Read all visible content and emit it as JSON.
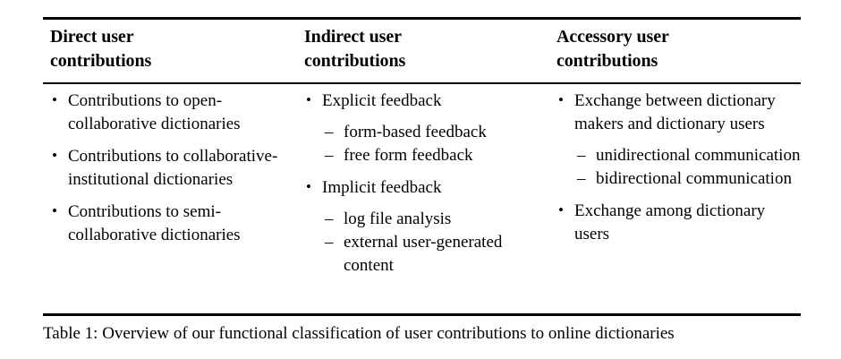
{
  "figure": {
    "caption": "Table 1: Overview of our functional classification of user contributions to online dictionaries",
    "bullet_glyph": "•",
    "dash_glyph": "–",
    "columns": [
      {
        "header_line1": "Direct user",
        "header_line2": "contributions",
        "items": [
          {
            "text": "Contributions to open-collaborative dictionaries",
            "subitems": []
          },
          {
            "text": "Contributions to collaborative-institutional dictionaries",
            "subitems": []
          },
          {
            "text": "Contributions to semi-collaborative dictionaries",
            "subitems": []
          }
        ]
      },
      {
        "header_line1": "Indirect user",
        "header_line2": "contributions",
        "items": [
          {
            "text": "Explicit feedback",
            "subitems": [
              "form-based feedback",
              "free form feedback"
            ]
          },
          {
            "text": "Implicit feedback",
            "subitems": [
              "log file analysis",
              "external user-generated content"
            ]
          }
        ]
      },
      {
        "header_line1": "Accessory user",
        "header_line2": "contributions",
        "items": [
          {
            "text": "Exchange between dictionary makers and dictionary users",
            "subitems": [
              "unidirectional communication",
              "bidirectional communication"
            ]
          },
          {
            "text": "Exchange among dictionary users",
            "subitems": []
          }
        ]
      }
    ]
  }
}
